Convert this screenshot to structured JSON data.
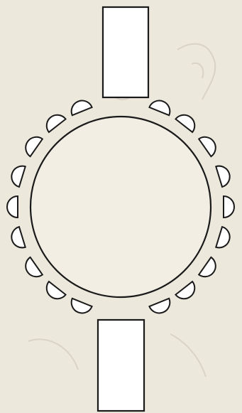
{
  "diagram": {
    "paper_color": "#ede8dc",
    "ink_color": "#1a1a1a",
    "ghost_color": "#c9c2b3",
    "seat_fill": "#ffffff",
    "table_fill": "#f2eee4",
    "elements": {
      "top_block": "rectangle",
      "bottom_block": "rectangle",
      "round_table": "circle",
      "seats": 18
    }
  }
}
